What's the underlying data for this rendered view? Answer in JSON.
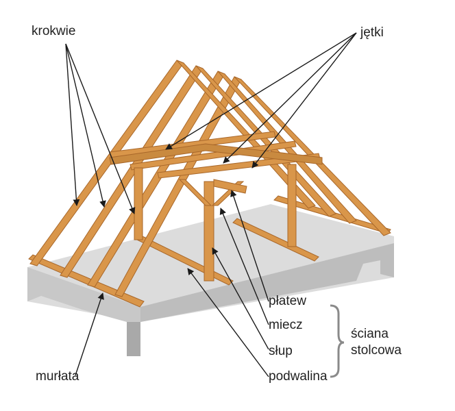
{
  "labels": {
    "krokwie": "krokwie",
    "jetki": "jętki",
    "platew": "płatew",
    "miecz": "miecz",
    "slup": "słup",
    "podwalina": "podwalina",
    "murlata": "murłata",
    "sciana_line1": "ściana",
    "sciana_line2": "stolcowa"
  },
  "colors": {
    "timber": "#d9964a",
    "timber_dark": "#a8672a",
    "slab": "#dcdcdc",
    "slab_side": "#c4c4c4",
    "brace": "#8a8a8a",
    "arrow": "#1a1a1a"
  }
}
